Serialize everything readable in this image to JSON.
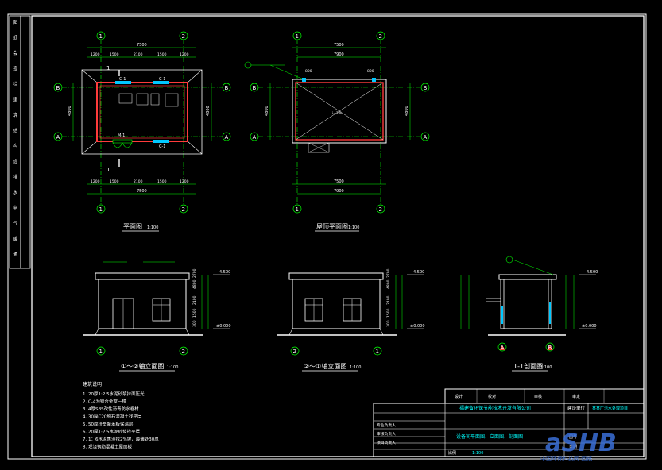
{
  "drawings": {
    "plan": {
      "title": "平面图",
      "scale": "1:100",
      "top_dim": "7500",
      "top_segments": [
        "1200",
        "1500",
        "2100",
        "1500",
        "1200"
      ],
      "bottom_dim": "7500",
      "bottom_segments": [
        "1200",
        "1500",
        "2100",
        "1500",
        "1200"
      ],
      "side_dim": "4800",
      "window_labels": [
        "C-1",
        "C-1",
        "C-1"
      ],
      "door_label": "M-1",
      "section_mark": "1"
    },
    "roof_plan": {
      "title": "屋顶平面图",
      "scale": "1:100",
      "top_dim_a": "7500",
      "top_dim_b": "7900",
      "bottom_dim_a": "7500",
      "bottom_dim_b": "7900",
      "side_dim": "4800",
      "drain_labels": [
        "800",
        "800"
      ],
      "slope": "i=2%"
    },
    "elev_front": {
      "title": "①～②轴立面图",
      "scale": "1:100",
      "level_top": "4.500",
      "level_base": "±0.000"
    },
    "elev_back": {
      "title": "②～①轴立面图",
      "scale": "1:100",
      "level_top": "4.500",
      "level_base": "±0.000"
    },
    "section": {
      "title": "1-1剖面图",
      "scale": "1:100",
      "level_top": "4.500",
      "level_base": "±0.000"
    },
    "elev_dims": [
      "300",
      "1500",
      "2100",
      "4800",
      "2700",
      "300"
    ]
  },
  "axes": {
    "one": "1",
    "two": "2",
    "a": "A",
    "b": "B"
  },
  "notes": {
    "heading": "建筑说明",
    "items": [
      "1. 20厚1:2.5水泥砂浆抹面压光",
      "2. C-4为铝合金窗一樘",
      "3. 4厚SBS改性沥青防水卷材",
      "4. 30厚C20细石混凝土找平层",
      "5. 50厚挤塑聚苯板保温层",
      "6. 20厚1:2.5水泥砂浆找平层",
      "7. 1：6水泥焦渣找2%坡，最薄处30厚",
      "8. 现浇钢筋混凝土屋面板"
    ]
  },
  "title_block": {
    "company": "福建省环保节能技术开发有限公司",
    "project_label": "建设单位",
    "project": "某某厂污水处理项目",
    "drawing_title": "设备间平面图、立面图、剖面图",
    "scale_label": "比例",
    "scale": "1:100",
    "review_labels": [
      "专业负责人",
      "审核负责人",
      "项目负责人"
    ],
    "row_heads": [
      "设计",
      "校对",
      "审核",
      "审定"
    ],
    "sheet_labels": [
      "图号",
      "日期"
    ]
  },
  "side_strip": [
    "图",
    "纸",
    "会",
    "签",
    "栏",
    "建",
    "筑",
    "结",
    "构",
    "给",
    "排",
    "水",
    "电",
    "气",
    "暖",
    "通"
  ],
  "watermark": {
    "main": "aSHB",
    "sub": "中国环保科技网·图纸"
  },
  "colors": {
    "background": "#000000",
    "line": "#ffffff",
    "dimension": "#00ff00",
    "wall": "#ff3b3b",
    "window": "#00c8ff",
    "text": "#ffffff",
    "accent_text": "#00ffff",
    "watermark": "#3a6fd8"
  }
}
